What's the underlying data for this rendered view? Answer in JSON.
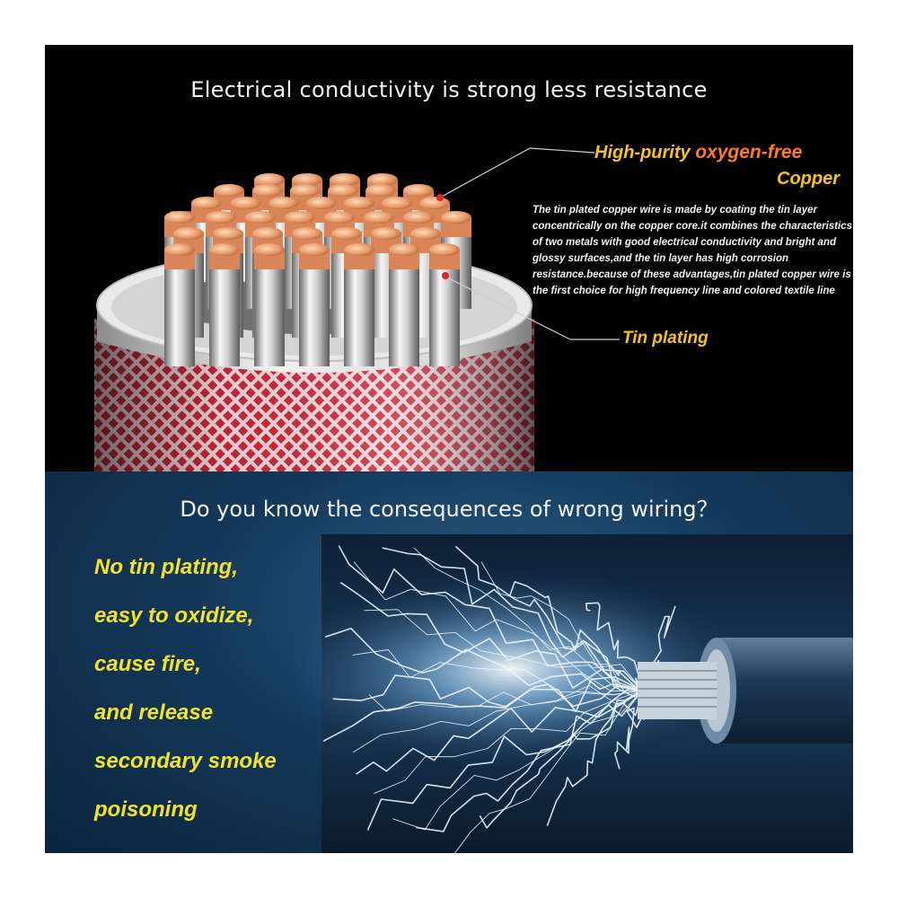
{
  "top": {
    "headline": "Electrical conductivity is strong less resistance",
    "copper_label_prefix": "High-purity ",
    "copper_label_highlight": "oxygen-free",
    "copper_label_suffix": "Copper",
    "description": "The tin plated copper wire is made by coating the tin layer concentrically on the copper core.it combines the characteristics of two metals with good electrical conductivity and bright and glossy surfaces,and the tin layer has high corrosion resistance.because of these advantages,tin plated copper wire is the first choice for high frequency line and colored textile line",
    "tin_label": "Tin plating"
  },
  "bottom": {
    "headline": "Do you know the consequences of wrong wiring？",
    "warnings": [
      "No tin plating,",
      "easy to oxidize,",
      "cause fire,",
      "and release",
      "secondary smoke",
      "poisoning"
    ]
  },
  "colors": {
    "highlight_yellow": "#f7c21d",
    "highlight_orange": "#ff7a21",
    "warning_yellow": "#f3e22b",
    "lower_background": "#14395a",
    "braid_red": "#c8283a"
  }
}
